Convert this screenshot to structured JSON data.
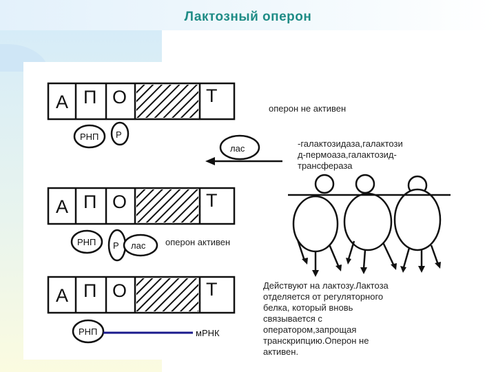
{
  "slide": {
    "title": "Лактозный оперон"
  },
  "operon_cells": [
    "А",
    "П",
    "О",
    "",
    "Т"
  ],
  "labels": {
    "rnp": "РНП",
    "repressor": "Р",
    "lactose": "лас",
    "mrna": "мРНК",
    "state_inactive": "оперон не активен",
    "state_active": "оперон активен"
  },
  "enzymes_text": [
    "-галактозидаза,галактози",
    "д-пермоаза,галактозид-",
    "трансфераза"
  ],
  "final_text": [
    "Действуют на лактозу.Лактоза",
    "отделяется от регуляторного",
    "белка, который вновь",
    "связывается с",
    "оператором,запрощая",
    "транскрипцию.Оперон не",
    "активен."
  ],
  "colors": {
    "title": "#1f8c86",
    "mrna_line": "#1a1a8c"
  }
}
